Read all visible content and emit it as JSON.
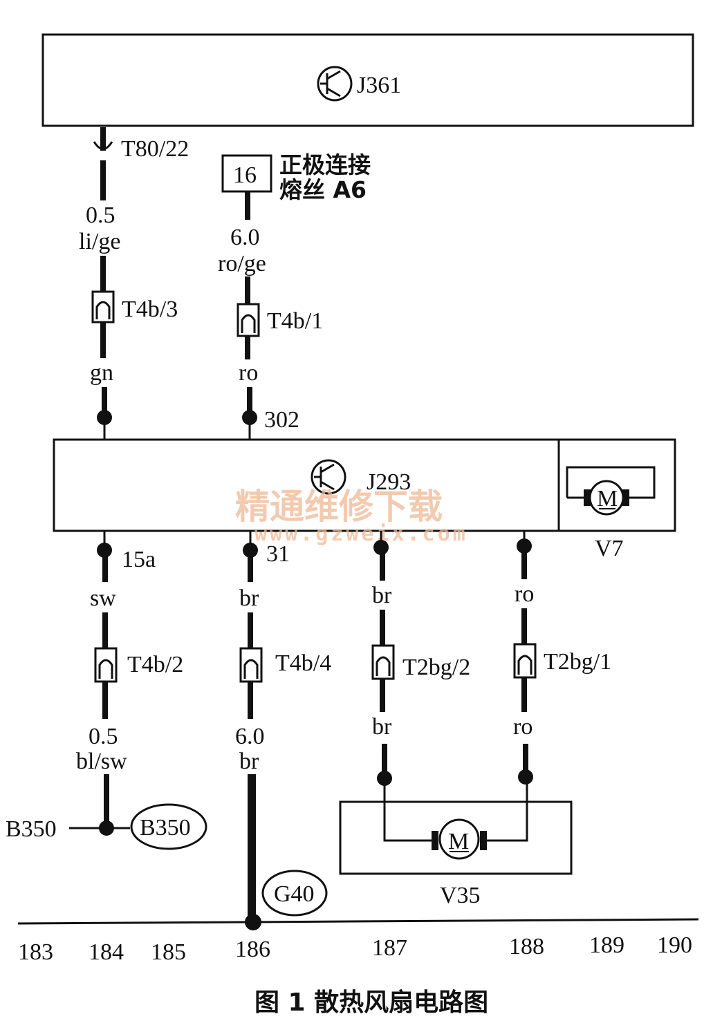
{
  "j361": {
    "label": "J361"
  },
  "j293": {
    "label": "J293"
  },
  "fuse": {
    "number": "16",
    "line1": "正极连接",
    "line2": "熔丝 A6"
  },
  "connectors": {
    "t80_22": "T80/22",
    "t4b_3": "T4b/3",
    "t4b_1": "T4b/1",
    "t4b_2": "T4b/2",
    "t4b_4": "T4b/4",
    "t2bg_2": "T2bg/2",
    "t2bg_1": "T2bg/1"
  },
  "wires": {
    "w184_top_size": "0.5",
    "w184_top_color": "li/ge",
    "w184_mid_color": "gn",
    "w186_top_size": "6.0",
    "w186_top_color": "ro/ge",
    "w186_mid_color": "ro",
    "w184_bot_color_a": "sw",
    "w184_bot_size": "0.5",
    "w184_bot_color_b": "bl/sw",
    "w186_bot_color_a": "br",
    "w186_bot_size": "6.0",
    "w186_bot_color_b": "br",
    "w187_a": "br",
    "w187_b": "br",
    "w188_a": "ro",
    "w188_b": "ro"
  },
  "terminals": {
    "t302": "302",
    "t15a": "15a",
    "t31": "31"
  },
  "motors": {
    "v7": "V7",
    "v35": "V35",
    "symbol": "M"
  },
  "grounds": {
    "b350_line": "B350",
    "b350_circle": "B350",
    "g40": "G40"
  },
  "columns": [
    "183",
    "184",
    "185",
    "186",
    "187",
    "188",
    "189",
    "190"
  ],
  "watermark": {
    "cn": "精通维修下载",
    "url": "www.gzweix.com"
  },
  "caption": "图 1  散热风扇电路图"
}
